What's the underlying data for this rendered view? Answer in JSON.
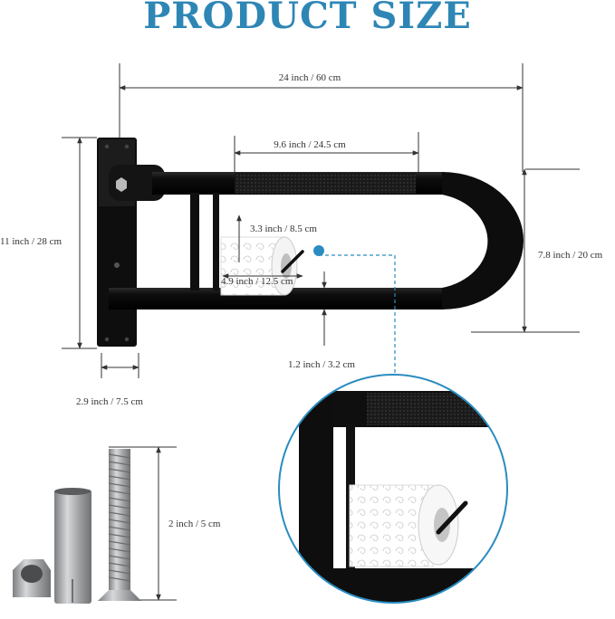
{
  "title": "PRODUCT SIZE",
  "colors": {
    "title": "#2e86b5",
    "accent": "#2a8cc0",
    "product": "#111111",
    "dim_line": "#333333",
    "steel": "#a9abad"
  },
  "dimensions": {
    "total_length": "24 inch / 60 cm",
    "knurled_grip": "9.6 inch / 24.5 cm",
    "holder_arm": "3.3 inch / 8.5 cm",
    "holder_length": "4.9 inch / 12.5 cm",
    "height": "11 inch / 28 cm",
    "bar_height": "7.8 inch / 20 cm",
    "tube_diameter": "1.2 inch / 3.2 cm",
    "plate_width": "2.9 inch / 7.5 cm",
    "anchor_length": "2 inch / 5 cm"
  }
}
